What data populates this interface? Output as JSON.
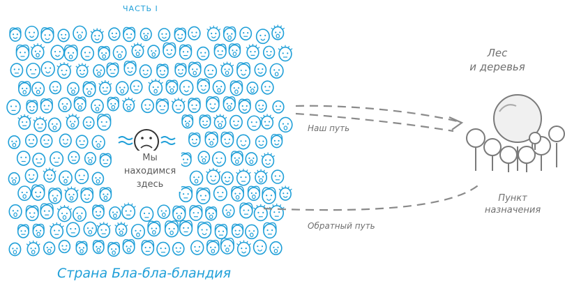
{
  "labels": {
    "part": "ЧАСТЬ I",
    "country": "Страна Бла-бла-бландия",
    "here_line1": "Мы",
    "here_line2": "находимся",
    "here_line3": "здесь",
    "our_path": "Наш путь",
    "return_path": "Обратный путь",
    "forest_line1": "Лес",
    "forest_line2": "и деревья",
    "dest_line1": "Пункт",
    "dest_line2": "назначения"
  },
  "colors": {
    "crowd": "#1f9fd8",
    "ink": "#707070",
    "sad_face": "#333333"
  },
  "icons": {
    "crowd": "face-icon",
    "sad": "sad-face-icon",
    "tree": "tree-icon",
    "path": "dashed-arrow"
  }
}
